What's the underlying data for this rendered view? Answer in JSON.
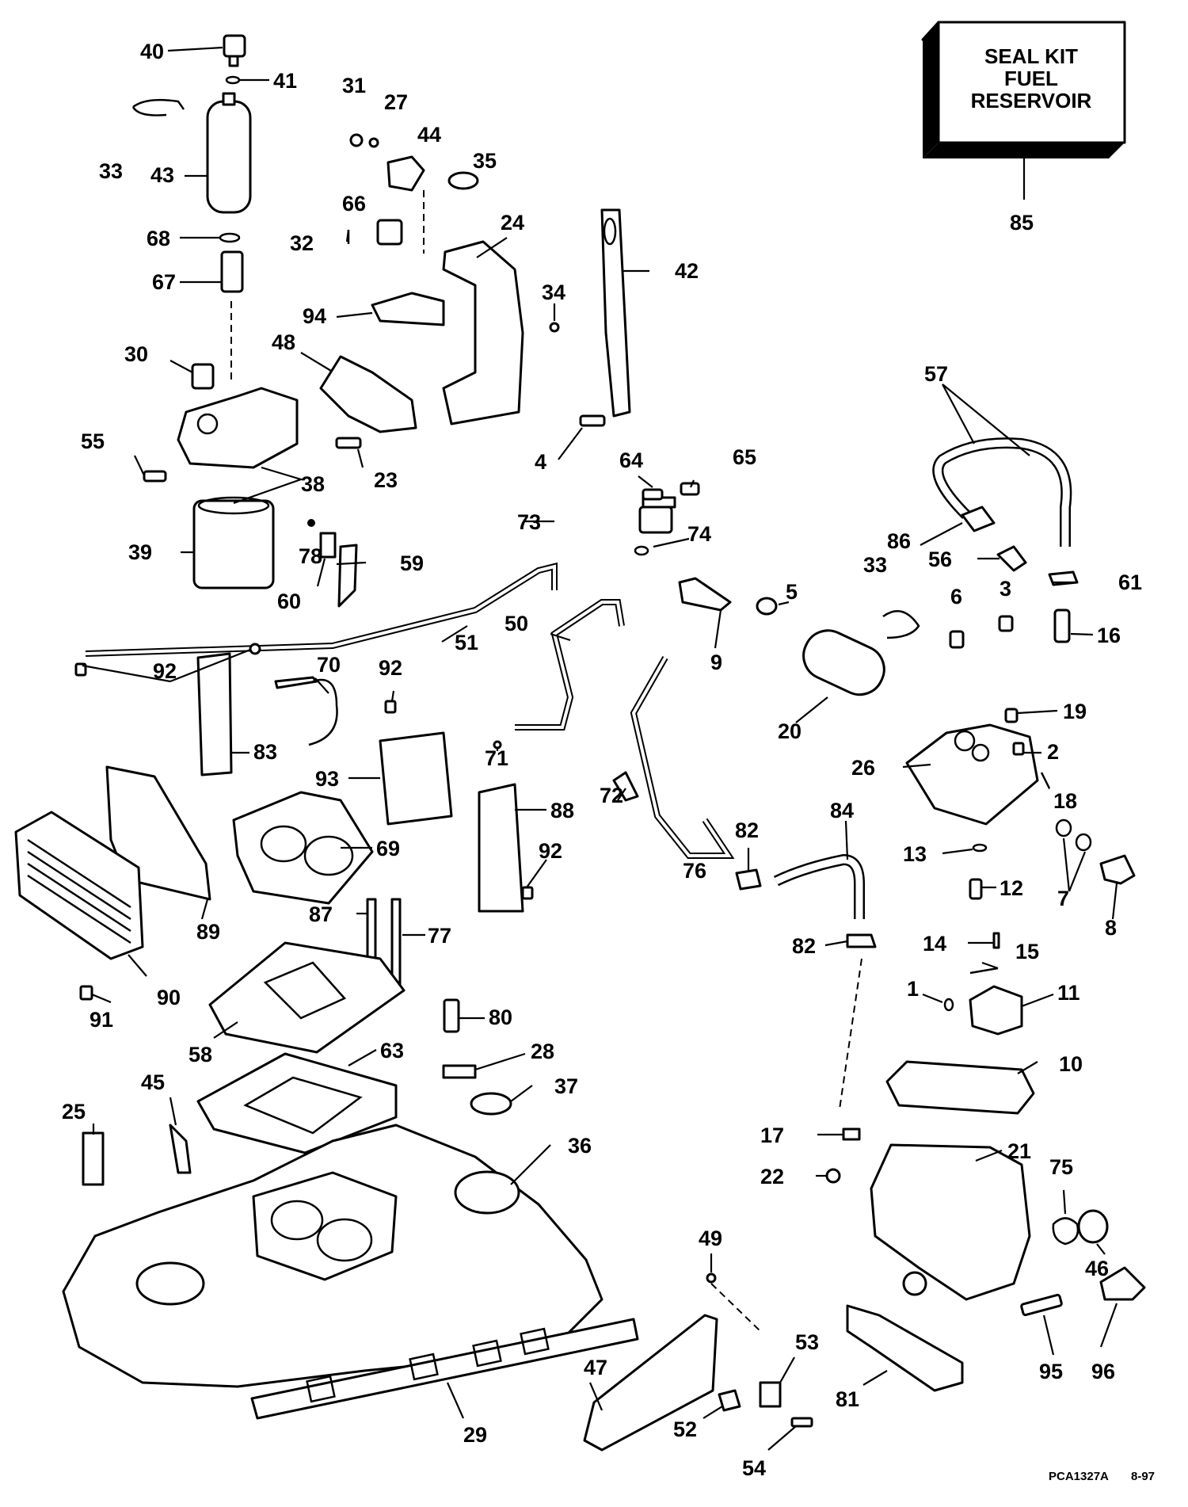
{
  "kit_box": {
    "line1": "SEAL KIT",
    "line2": "FUEL",
    "line3": "RESERVOIR",
    "number": "85"
  },
  "drawing_code": "PCA1327A",
  "drawing_date": "8-97",
  "callouts": [
    {
      "id": "c40",
      "label": "40"
    },
    {
      "id": "c41",
      "label": "41"
    },
    {
      "id": "c33a",
      "label": "33"
    },
    {
      "id": "c43",
      "label": "43"
    },
    {
      "id": "c68",
      "label": "68"
    },
    {
      "id": "c67",
      "label": "67"
    },
    {
      "id": "c31",
      "label": "31"
    },
    {
      "id": "c27",
      "label": "27"
    },
    {
      "id": "c44",
      "label": "44"
    },
    {
      "id": "c35",
      "label": "35"
    },
    {
      "id": "c66",
      "label": "66"
    },
    {
      "id": "c32",
      "label": "32"
    },
    {
      "id": "c24",
      "label": "24"
    },
    {
      "id": "c42",
      "label": "42"
    },
    {
      "id": "c34",
      "label": "34"
    },
    {
      "id": "c94",
      "label": "94"
    },
    {
      "id": "c48",
      "label": "48"
    },
    {
      "id": "c30",
      "label": "30"
    },
    {
      "id": "c55",
      "label": "55"
    },
    {
      "id": "c23",
      "label": "23"
    },
    {
      "id": "c38",
      "label": "38"
    },
    {
      "id": "c4",
      "label": "4"
    },
    {
      "id": "c64",
      "label": "64"
    },
    {
      "id": "c65",
      "label": "65"
    },
    {
      "id": "c57",
      "label": "57"
    },
    {
      "id": "c73",
      "label": "73"
    },
    {
      "id": "c74",
      "label": "74"
    },
    {
      "id": "c86",
      "label": "86"
    },
    {
      "id": "c56",
      "label": "56"
    },
    {
      "id": "c61",
      "label": "61"
    },
    {
      "id": "c39",
      "label": "39"
    },
    {
      "id": "c78",
      "label": "78"
    },
    {
      "id": "c59",
      "label": "59"
    },
    {
      "id": "c60",
      "label": "60"
    },
    {
      "id": "c5",
      "label": "5"
    },
    {
      "id": "c33b",
      "label": "33"
    },
    {
      "id": "c6",
      "label": "6"
    },
    {
      "id": "c3",
      "label": "3"
    },
    {
      "id": "c16",
      "label": "16"
    },
    {
      "id": "c51",
      "label": "51"
    },
    {
      "id": "c50",
      "label": "50"
    },
    {
      "id": "c9",
      "label": "9"
    },
    {
      "id": "c92a",
      "label": "92"
    },
    {
      "id": "c70",
      "label": "70"
    },
    {
      "id": "c92b",
      "label": "92"
    },
    {
      "id": "c20",
      "label": "20"
    },
    {
      "id": "c19",
      "label": "19"
    },
    {
      "id": "c83",
      "label": "83"
    },
    {
      "id": "c71",
      "label": "71"
    },
    {
      "id": "c2",
      "label": "2"
    },
    {
      "id": "c26",
      "label": "26"
    },
    {
      "id": "c93",
      "label": "93"
    },
    {
      "id": "c18",
      "label": "18"
    },
    {
      "id": "c72",
      "label": "72"
    },
    {
      "id": "c88",
      "label": "88"
    },
    {
      "id": "c84",
      "label": "84"
    },
    {
      "id": "c82a",
      "label": "82"
    },
    {
      "id": "c69",
      "label": "69"
    },
    {
      "id": "c13",
      "label": "13"
    },
    {
      "id": "c89",
      "label": "89"
    },
    {
      "id": "c92c",
      "label": "92"
    },
    {
      "id": "c76",
      "label": "76"
    },
    {
      "id": "c7",
      "label": "7"
    },
    {
      "id": "c8",
      "label": "8"
    },
    {
      "id": "c12",
      "label": "12"
    },
    {
      "id": "c87",
      "label": "87"
    },
    {
      "id": "c77",
      "label": "77"
    },
    {
      "id": "c82b",
      "label": "82"
    },
    {
      "id": "c14",
      "label": "14"
    },
    {
      "id": "c15",
      "label": "15"
    },
    {
      "id": "c90",
      "label": "90"
    },
    {
      "id": "c91",
      "label": "91"
    },
    {
      "id": "c1",
      "label": "1"
    },
    {
      "id": "c11",
      "label": "11"
    },
    {
      "id": "c80",
      "label": "80"
    },
    {
      "id": "c58",
      "label": "58"
    },
    {
      "id": "c63",
      "label": "63"
    },
    {
      "id": "c28",
      "label": "28"
    },
    {
      "id": "c10",
      "label": "10"
    },
    {
      "id": "c45",
      "label": "45"
    },
    {
      "id": "c37",
      "label": "37"
    },
    {
      "id": "c25",
      "label": "25"
    },
    {
      "id": "c36",
      "label": "36"
    },
    {
      "id": "c17",
      "label": "17"
    },
    {
      "id": "c21",
      "label": "21"
    },
    {
      "id": "c75",
      "label": "75"
    },
    {
      "id": "c22",
      "label": "22"
    },
    {
      "id": "c46",
      "label": "46"
    },
    {
      "id": "c49",
      "label": "49"
    },
    {
      "id": "c53",
      "label": "53"
    },
    {
      "id": "c47",
      "label": "47"
    },
    {
      "id": "c81",
      "label": "81"
    },
    {
      "id": "c95",
      "label": "95"
    },
    {
      "id": "c96",
      "label": "96"
    },
    {
      "id": "c29",
      "label": "29"
    },
    {
      "id": "c52",
      "label": "52"
    },
    {
      "id": "c54",
      "label": "54"
    }
  ]
}
